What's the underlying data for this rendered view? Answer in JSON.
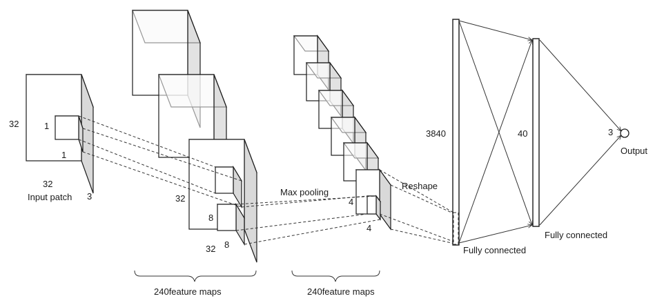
{
  "input": {
    "height_label": "32",
    "width_label": "32",
    "depth_label": "3",
    "caption": "Input patch",
    "kernel_h_label": "1",
    "kernel_w_label": "1"
  },
  "conv": {
    "height_label": "32",
    "width_label": "32",
    "kernel_h_label": "8",
    "kernel_w_label": "8",
    "brace_label": "240feature maps"
  },
  "pool": {
    "op_label": "Max pooling",
    "kernel_h_label": "4",
    "kernel_w_label": "4",
    "brace_label": "240feature maps"
  },
  "reshape": {
    "label": "Reshape"
  },
  "fc1": {
    "size_label": "3840",
    "caption": "Fully connected"
  },
  "fc2": {
    "size_label": "40",
    "caption": "Fully connected"
  },
  "output": {
    "size_label": "3",
    "caption": "Output"
  }
}
